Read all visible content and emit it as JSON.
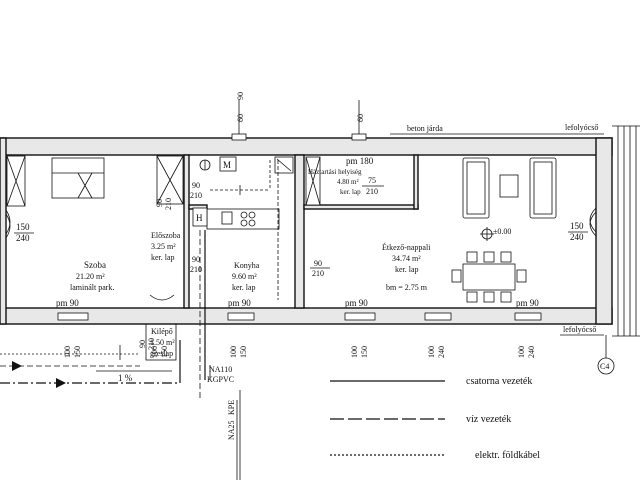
{
  "rooms": {
    "szoba": {
      "name": "Szoba",
      "area": "21.20 m²",
      "floor": "laminált park."
    },
    "eloszoba": {
      "name": "Előszoba",
      "area": "3.25 m²",
      "floor": "ker. lap"
    },
    "konyha": {
      "name": "Konyha",
      "area": "9.60 m²",
      "floor": "ker. lap"
    },
    "haztartasi": {
      "name": "Háztartási helyiség",
      "area": "4.80 m²",
      "floor": "ker. lap"
    },
    "etkezo": {
      "name": "Étkező-nappali",
      "area": "34.74 m²",
      "floor": "ker. lap",
      "height": "bm = 2.75 m"
    },
    "kilepo": {
      "name": "Kilépő",
      "area": "1.50 m²",
      "floor": "greslap"
    }
  },
  "labels": {
    "beton_jarda": "beton járda",
    "lefolyocso_top": "lefolyócső",
    "lefolyocso_bottom": "lefolyócső",
    "elevation": "±0.00",
    "na110": "NA110",
    "kgpvc": "KGPVC",
    "slope": "1 %",
    "na25": "NA25",
    "kpe": "KPE",
    "m_box": "M",
    "h_box": "H",
    "c4": "C4"
  },
  "openings": {
    "pm180": "pm 180",
    "pm90_1": "pm 90",
    "pm90_2": "pm 90",
    "pm90_3": "pm 90",
    "pm90_4": "pm 90",
    "top_60": "60",
    "top_60_b": "60",
    "top_90": "90",
    "d75": "75",
    "d210a": "210",
    "d150a": "150",
    "d240a": "240",
    "d150b": "150",
    "d240b": "240",
    "d90a": "90",
    "d210b": "210",
    "d90b": "90",
    "d210c": "210",
    "d90c": "90",
    "d210d": "210",
    "d90d": "90",
    "d210e": "210",
    "d90e": "90",
    "d210f": "210",
    "b100a": "100",
    "b150a": "150",
    "b100b": "100",
    "b150b": "150",
    "b100c": "100",
    "b150c": "150",
    "b100d": "100",
    "b150d": "150",
    "b100e": "100",
    "b240a": "240",
    "b100f": "100",
    "b240b": "240"
  },
  "legend": [
    {
      "label": "csatorna vezeték"
    },
    {
      "label": "víz vezeték"
    },
    {
      "label": "elektr. földkábel"
    }
  ]
}
